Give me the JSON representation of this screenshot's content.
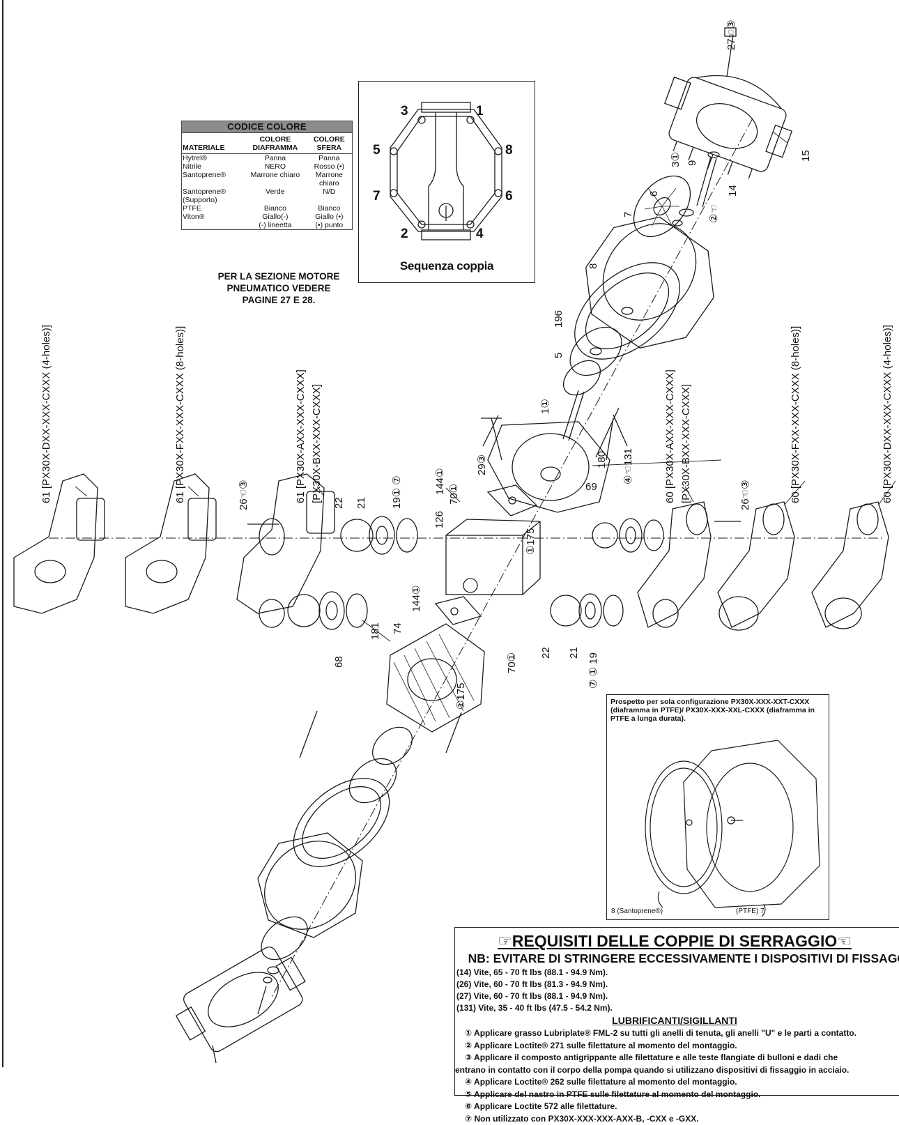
{
  "color_code": {
    "title": "CODICE COLORE",
    "headers": {
      "material": "MATERIALE",
      "diaphragm": "COLORE DIAFRAMMA",
      "ball": "COLORE SFERA"
    },
    "rows": [
      {
        "material": "Hytrel®",
        "diaphragm": "Panna",
        "ball": "Panna"
      },
      {
        "material": "Nitrile",
        "diaphragm": "NERO",
        "ball": "Rosso (•)"
      },
      {
        "material": "Santoprene®",
        "diaphragm": "Marrone chiaro",
        "ball": "Marrone chiaro"
      },
      {
        "material": "Santoprene® (Supporto)",
        "diaphragm": "Verde",
        "ball": "N/D"
      },
      {
        "material": "PTFE",
        "diaphragm": "Bianco",
        "ball": "Bianco"
      },
      {
        "material": "Viton®",
        "diaphragm": "Giallo(-)",
        "ball": "Giallo (•)"
      }
    ],
    "footnote_dash": "(-) lineetta",
    "footnote_dot": "(•) punto"
  },
  "pneumatic_note": "PER LA SEZIONE MOTORE PNEUMATICO VEDERE PAGINE 27 E 28.",
  "torque_sequence": {
    "caption": "Sequenza coppia",
    "numbers": [
      "1",
      "2",
      "3",
      "4",
      "5",
      "6",
      "7",
      "8"
    ]
  },
  "manifold_labels": {
    "m61_4holes": "61 [PX30X-DXX-XXX-CXXX (4-holes)]",
    "m61_8holes": "61 [PX30X-FXX-XXX-CXXX (8-holes)]",
    "m61_a": "61 [PX30X-AXX-XXX-CXXX]",
    "m61_b": "[PX30X-BXX-XXX-CXXX]",
    "m60_a": "60 [PX30X-AXX-XXX-CXXX]",
    "m60_b": "[PX30X-BXX-XXX-CXXX]",
    "m60_8holes": "60 [PX30X-FXX-XXX-CXXX (8-holes)]",
    "m60_4holes": "60 [PX30X-DXX-XXX-CXXX (4-holes)]"
  },
  "part_labels": {
    "p27": "27☜③",
    "p15": "15",
    "p3": "3①",
    "p9": "9",
    "p14": "14",
    "p14_note": "②☜",
    "p6": "6",
    "p7": "7",
    "p8": "8",
    "p196": "196",
    "p5": "5",
    "p1": "1①",
    "p29": "29③",
    "p144_top": "144①",
    "p131": "④☜131",
    "p180": "180",
    "p69": "69",
    "p70_top": "70①",
    "p126": "126",
    "p175_top": "①175",
    "p26_left": "26☜③",
    "p26_right": "26☜③",
    "p22_left": "22",
    "p21_left": "21",
    "p19_left": "19① ⑦",
    "p144_bot": "144①",
    "p181": "181",
    "p74": "74",
    "p68": "68",
    "p175_bot": "①175",
    "p70_bot": "70①",
    "p22_right": "22",
    "p21_right": "21",
    "p19_right": "⑦ ① 19"
  },
  "ptfe_inset": {
    "text": "Prospetto per sola configurazione PX30X-XXX-XXT-CXXX (diaframma in PTFE)/ PX30X-XXX-XXL-CXXX (diaframma in PTFE a lunga durata).",
    "label_8": "8 (Santoprene®)",
    "label_7": "(PTFE) 7"
  },
  "torque_requirements": {
    "title": "☞REQUISITI DELLE COPPIE DI SERRAGGIO☜",
    "warning": "NB: EVITARE DI STRINGERE ECCESSIVAMENTE I DISPOSITIVI DI FISSAGGIO.",
    "items": [
      "(14) Vite, 65 - 70 ft lbs (88.1 - 94.9 Nm).",
      "(26) Vite, 60 - 70 ft lbs (81.3 - 94.9 Nm).",
      "(27) Vite, 60 - 70 ft lbs (88.1 - 94.9 Nm).",
      "(131) Vite, 35 - 40 ft lbs (47.5 - 54.2 Nm)."
    ],
    "lub_title": "LUBRIFICANTI/SIGILLANTI",
    "lub_items": [
      "① Applicare grasso Lubriplate® FML-2 su tutti gli anelli di tenuta, gli anelli \"U\" e le parti a contatto.",
      "② Applicare Loctite® 271 sulle filettature al momento del montaggio.",
      "③ Applicare il composto antigrippante alle filettature e alle teste flangiate di bulloni e dadi che",
      "entrano in contatto con il corpo della pompa quando si utilizzano dispositivi di fissaggio in acciaio.",
      "④ Applicare Loctite® 262 sulle filettature al momento del montaggio.",
      "⑤ Applicare del nastro in PTFE sulle filettature al momento del montaggio.",
      "⑥ Applicare Loctite 572 alle filettature.",
      "⑦ Non utilizzato con PX30X-XXX-XXX-AXX-B, -CXX e -GXX."
    ]
  }
}
